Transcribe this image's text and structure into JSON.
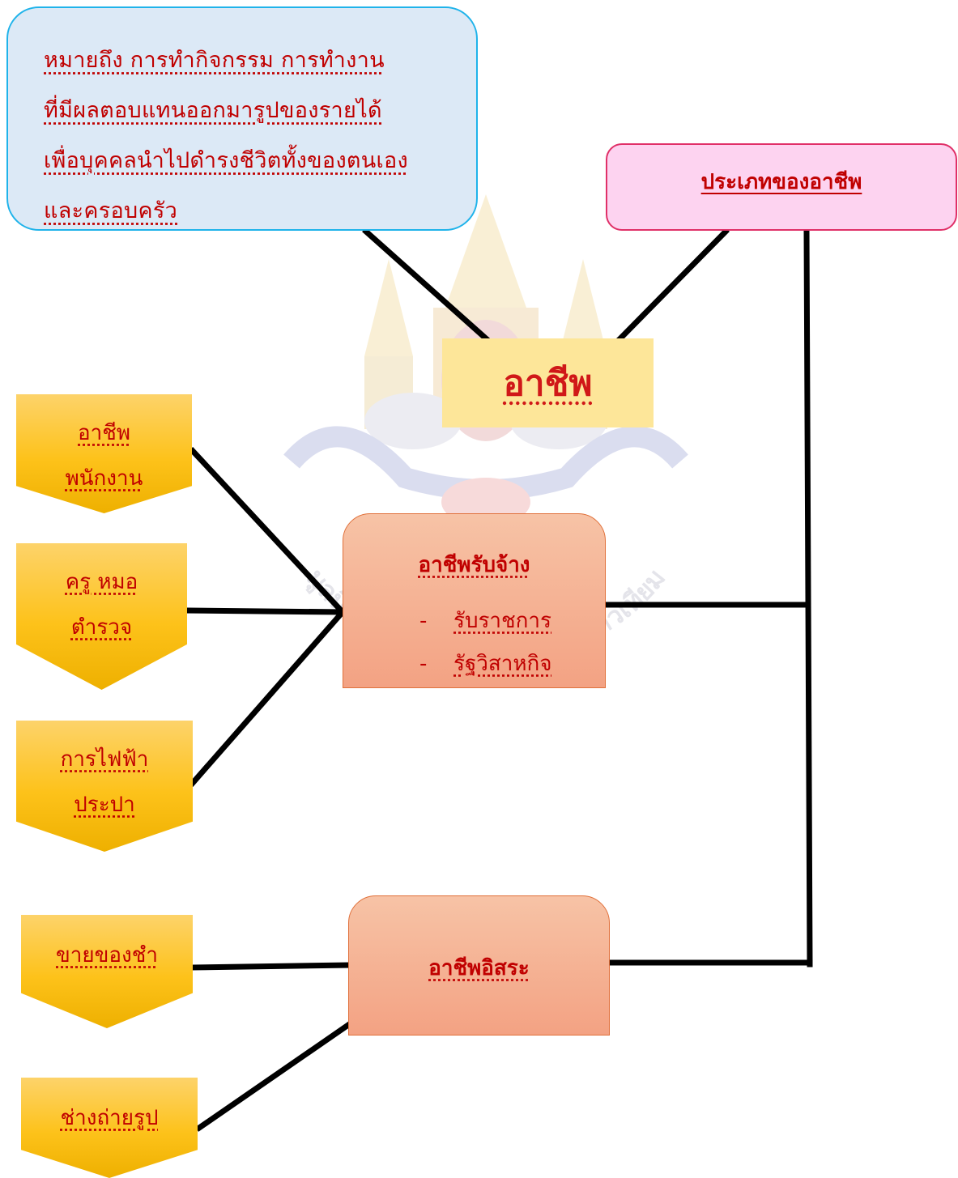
{
  "definition": {
    "lines": [
      "หมายถึง การทำกิจกรรม  การทำงาน",
      "ที่มีผลตอบแทนออกมารูปของรายได้",
      "เพื่อบุคคลนำไปดำรงชีวิตทั้งของตนเอง",
      "และครอบครัว"
    ]
  },
  "types_title": "ประเภทของอาชีพ",
  "main_title": "อาชีพ",
  "categories": [
    {
      "title": "อาชีพรับจ้าง",
      "items": [
        {
          "dash": "-",
          "text": "รับราชการ"
        },
        {
          "dash": "-",
          "text": "รัฐวิสาหกิจ"
        }
      ],
      "examples": [
        {
          "lines": [
            "อาชีพ",
            "พนักงาน"
          ]
        },
        {
          "lines": [
            "ครู หมอ",
            "ตำรวจ"
          ]
        },
        {
          "lines": [
            "การไฟฟ้า",
            "ประปา"
          ]
        }
      ]
    },
    {
      "title": "อาชีพอิสระ",
      "items": [],
      "examples": [
        {
          "lines": [
            "ขายของชำ"
          ]
        },
        {
          "lines": [
            "ช่างถ่ายรูป"
          ]
        }
      ]
    }
  ],
  "colors": {
    "text_red": "#c00000",
    "main_red": "#d01818",
    "definition_fill": "#dce9f6",
    "definition_border": "#1fb3ea",
    "types_fill": "#fdd3f0",
    "types_border": "#e03068",
    "main_fill": "#fde699",
    "category_fill": "#f5b394",
    "example_fill": "#fdc21a",
    "connector": "#000000"
  },
  "watermark": {
    "arc_text": "มูลนิธิการศึกษาทางไกลผ่านดาวเทียม"
  }
}
